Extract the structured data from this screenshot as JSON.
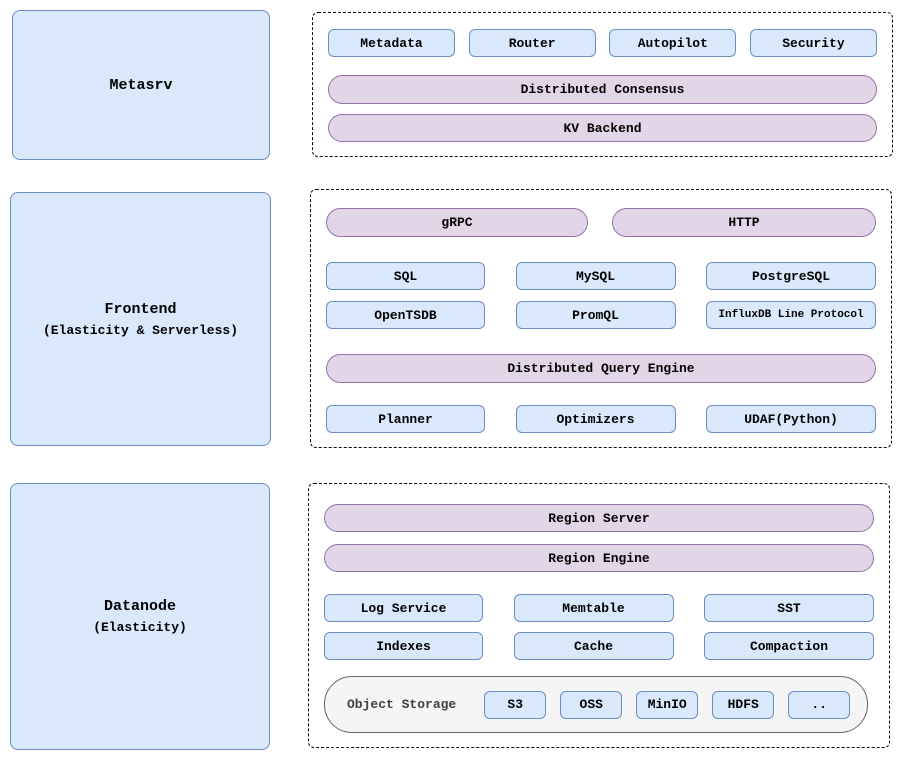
{
  "colors": {
    "node_fill": "#dae8fc",
    "node_stroke": "#6c8ebf",
    "pill_fill": "#e1d5e7",
    "pill_stroke": "#9673a6",
    "storage_fill": "#f5f5f5",
    "storage_stroke": "#666666",
    "group_border": "#000000"
  },
  "left_nodes": {
    "metasrv": {
      "title": "Metasrv",
      "subtitle": ""
    },
    "frontend": {
      "title": "Frontend",
      "subtitle": "(Elasticity & Serverless)"
    },
    "datanode": {
      "title": "Datanode",
      "subtitle": "(Elasticity)"
    }
  },
  "metasrv_group": {
    "services": [
      "Metadata",
      "Router",
      "Autopilot",
      "Security"
    ],
    "pills": [
      "Distributed Consensus",
      "KV Backend"
    ]
  },
  "frontend_group": {
    "protocol_pills": [
      "gRPC",
      "HTTP"
    ],
    "query_row1": [
      "SQL",
      "MySQL",
      "PostgreSQL"
    ],
    "query_row2": [
      "OpenTSDB",
      "PromQL",
      "InfluxDB Line Protocol"
    ],
    "engine_pill": "Distributed Query Engine",
    "engine_row": [
      "Planner",
      "Optimizers",
      "UDAF(Python)"
    ]
  },
  "datanode_group": {
    "pills": [
      "Region Server",
      "Region Engine"
    ],
    "storage_row1": [
      "Log Service",
      "Memtable",
      "SST"
    ],
    "storage_row2": [
      "Indexes",
      "Cache",
      "Compaction"
    ],
    "object_storage": {
      "label": "Object Storage",
      "backends": [
        "S3",
        "OSS",
        "MinIO",
        "HDFS",
        ".."
      ]
    }
  }
}
